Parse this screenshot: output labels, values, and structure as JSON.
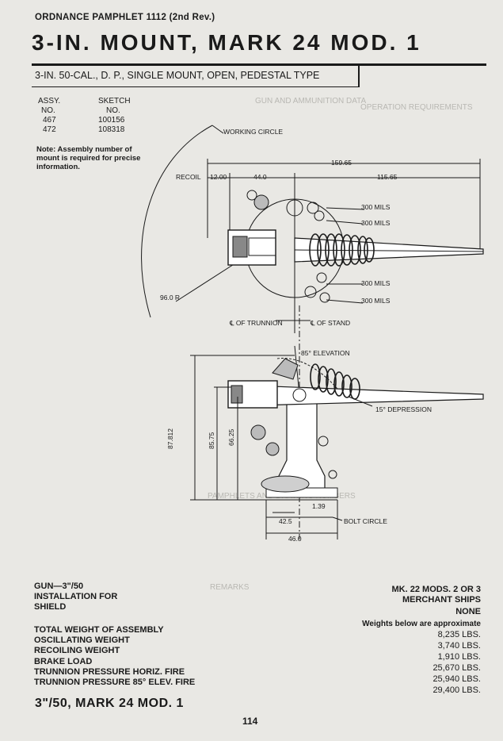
{
  "header": {
    "pamphlet": "ORDNANCE PAMPHLET 1112 (2nd Rev.)",
    "title": "3-IN. MOUNT, MARK 24 MOD. 1",
    "subtitle": "3-IN. 50-CAL., D. P., SINGLE MOUNT, OPEN, PEDESTAL TYPE"
  },
  "assembly_table": {
    "headers": [
      [
        "ASSY.",
        "SKETCH"
      ],
      [
        "NO.",
        "NO."
      ]
    ],
    "rows": [
      [
        "467",
        "100156"
      ],
      [
        "472",
        "108318"
      ]
    ]
  },
  "note": "Note: Assembly number of mount is required for precise information.",
  "drawing_labels": {
    "working_circle": "WORKING CIRCLE",
    "recoil": "RECOIL",
    "dim_12": "12.00",
    "dim_44": "44.0",
    "dim_159": "159.65",
    "dim_115": "115.65",
    "mils_1": "300 MILS",
    "mils_2": "300 MILS",
    "mils_3": "300 MILS",
    "mils_4": "300 MILS",
    "radius": "96.0 R",
    "trunnion": "℄ OF TRUNNION",
    "stand": "℄ OF STAND",
    "elevation": "85° ELEVATION",
    "depression": "15° DEPRESSION",
    "dim_87": "87.812",
    "dim_85": "85.75",
    "dim_66": "66.25",
    "dim_139": "1.39",
    "dim_425": "42.5",
    "dim_46": "46.0",
    "bolt_circle": "BOLT CIRCLE"
  },
  "specs_left": [
    "GUN—3\"/50",
    "INSTALLATION FOR",
    "SHIELD",
    "",
    "TOTAL WEIGHT OF ASSEMBLY",
    "OSCILLATING WEIGHT",
    "RECOILING WEIGHT",
    "BRAKE LOAD",
    "TRUNNION PRESSURE HORIZ. FIRE",
    "TRUNNION PRESSURE 85° ELEV. FIRE"
  ],
  "specs_right": {
    "installation_1": "MK. 22 MODS. 2 OR 3",
    "installation_2": "MERCHANT SHIPS",
    "shield": "NONE",
    "weights_note": "Weights below are approximate",
    "values": [
      "8,235 LBS.",
      "3,740 LBS.",
      "1,910 LBS.",
      "25,670 LBS.",
      "25,940 LBS.",
      "29,400 LBS."
    ]
  },
  "footer": {
    "title": "3\"/50, MARK 24 MOD. 1",
    "page_number": "114"
  }
}
